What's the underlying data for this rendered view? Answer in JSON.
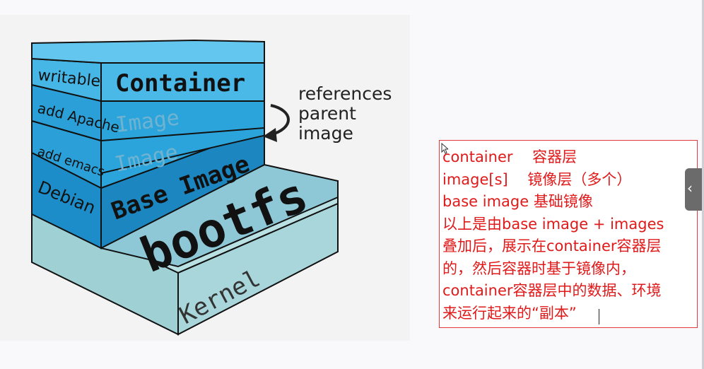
{
  "diagram": {
    "layers": [
      {
        "side_label": "writable",
        "front_label": "Container",
        "color": "#47b8e6"
      },
      {
        "side_label": "add Apache",
        "front_label": "Image",
        "color": "#2ba4dc"
      },
      {
        "side_label": "add emacs",
        "front_label": "Image",
        "color": "#2ba4dc"
      },
      {
        "side_label": "Debian",
        "front_label": "Base Image",
        "color": "#1b8fcb"
      },
      {
        "side_label": "",
        "front_label": "bootfs",
        "color": "#88c9dc"
      },
      {
        "side_label": "",
        "front_label": "Kernel",
        "color": "#a7d8dd"
      }
    ],
    "annotation": {
      "line1": "references",
      "line2": "parent",
      "line3": "image"
    }
  },
  "note": {
    "lines": [
      "container　 容器层",
      "image[s]　 镜像层（多个）",
      "base image 基础镜像",
      "以上是由base image + images",
      "叠加后，展示在container容器层",
      "的，然后容器时基于镜像内，",
      "container容器层中的数据、环境",
      "来运行起来的“副本”"
    ]
  },
  "side_tab": {
    "icon": "chevron-left-icon",
    "glyph": "‹"
  },
  "colors": {
    "note_text": "#e01a1a",
    "note_border": "#e23a3a",
    "panel_bg": "#f3f3f3"
  }
}
